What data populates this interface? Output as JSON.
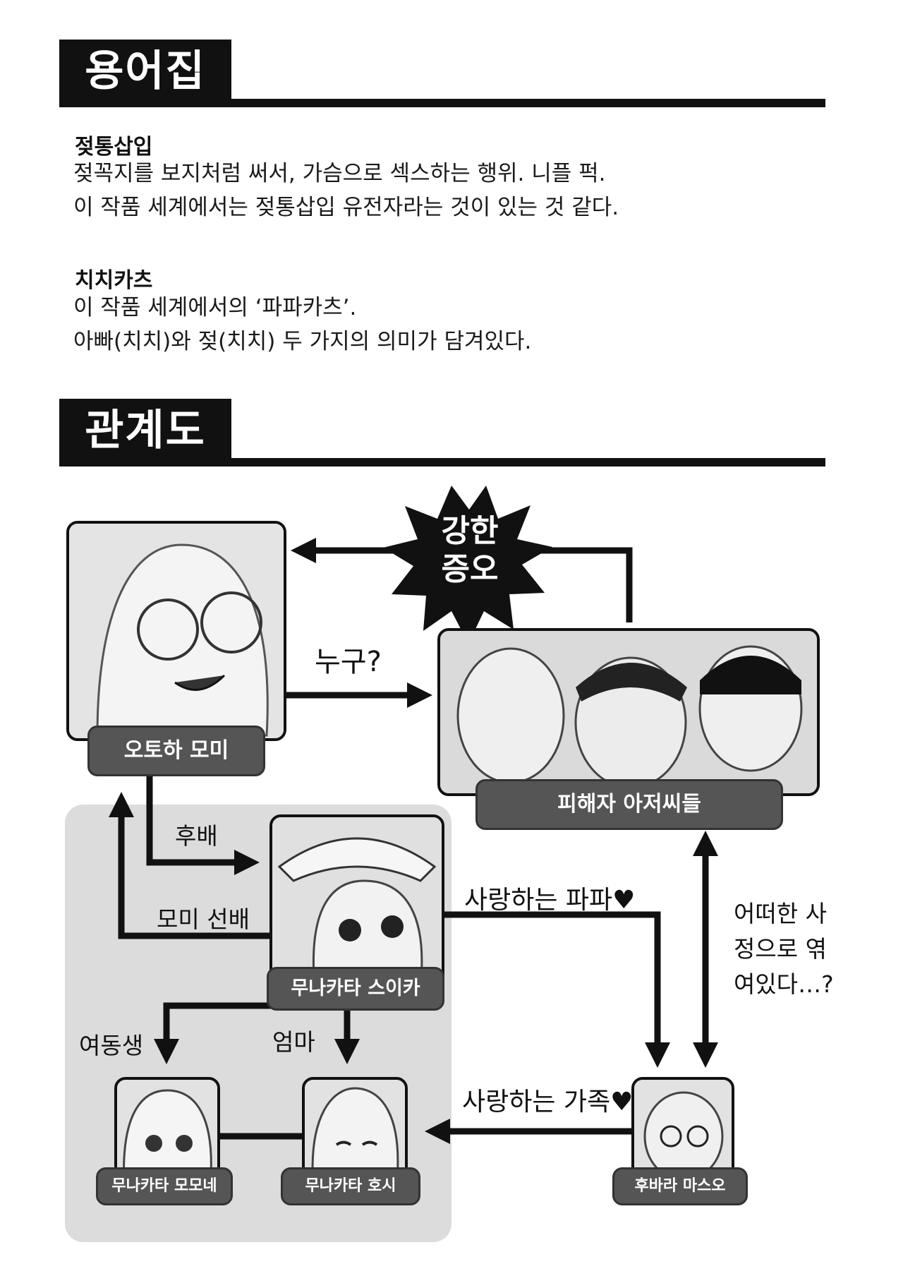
{
  "glossary": {
    "heading": "용어집",
    "entries": [
      {
        "term": "젖통삽입",
        "lines": [
          "젖꼭지를 보지처럼 써서, 가슴으로 섹스하는 행위. 니플 퍽.",
          "이 작품 세계에서는 젖통삽입 유전자라는 것이 있는 것 같다."
        ]
      },
      {
        "term": "치치카츠",
        "lines": [
          "이 작품 세계에서의 ‘파파카츠’.",
          "아빠(치치)와 젖(치치) 두 가지의 의미가 담겨있다."
        ]
      }
    ]
  },
  "relations": {
    "heading": "관계도",
    "characters": {
      "momi": "오토하 모미",
      "victims": "피해자 아저씨들",
      "suika": "무나카타 스이카",
      "momone": "무나카타 모모네",
      "hoshi": "무나카타 호시",
      "masuo": "후바라 마스오"
    },
    "labels": {
      "hatred": "강한 증오",
      "who": "누구?",
      "junior": "후배",
      "senior": "모미 선배",
      "loving_papa": "사랑하는 파파♥",
      "somehow": "어떠한 사정으로 엮여있다…?",
      "little_sister": "여동생",
      "mom": "엄마",
      "loving_family": "사랑하는 가족♥"
    }
  }
}
